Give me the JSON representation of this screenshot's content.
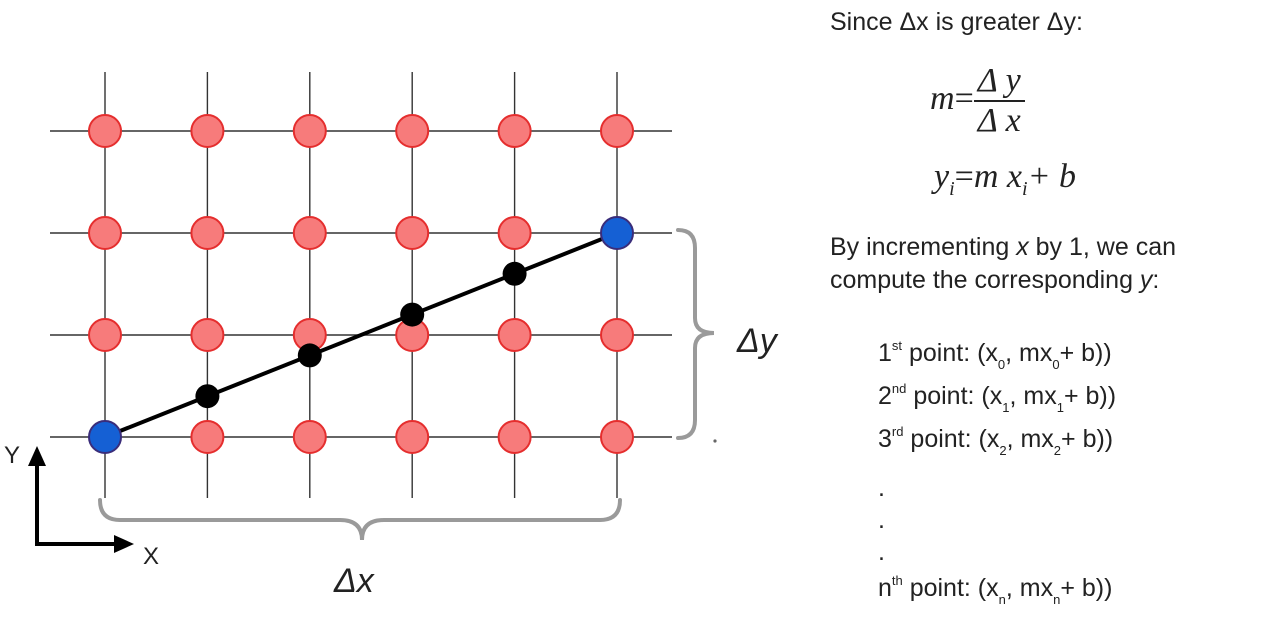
{
  "diagram": {
    "axis_y_label": "Y",
    "axis_x_label": "X",
    "delta_x_label": "Δx",
    "delta_y_label": "Δy",
    "grid": {
      "columns": 6,
      "rows": 4,
      "start_point": [
        0,
        0
      ],
      "end_point": [
        5,
        2
      ],
      "intermediate_points": [
        [
          1,
          0.4
        ],
        [
          2,
          0.8
        ],
        [
          3,
          1.2
        ],
        [
          4,
          1.6
        ]
      ]
    },
    "colors": {
      "grid_pixel": "#f77b7b",
      "grid_pixel_stroke": "#e52e2e",
      "endpoint": "#1560d4",
      "endpoint_stroke": "#3a2d7a",
      "line": "#000000",
      "brace": "#9a9a9a"
    }
  },
  "explanation": {
    "heading": "Since Δx is greater Δy:",
    "eq_m_lhs": "m",
    "eq_m_num": "Δ y",
    "eq_m_den": "Δ x",
    "eq_y": "y",
    "eq_y_sub": "i",
    "eq_mx": "m x",
    "eq_x_sub": "i",
    "eq_b": "+ b",
    "para_line1_a": "By incrementing ",
    "para_line1_var": "x",
    "para_line1_b": " by 1, we can",
    "para_line2_a": "compute the corresponding ",
    "para_line2_var": "y",
    "para_line2_b": ":",
    "points": [
      {
        "ord": "1",
        "sup": "st",
        "label": " point: (x",
        "sub1": "0",
        "mid": ", mx",
        "sub2": "0",
        "end": "+ b))"
      },
      {
        "ord": "2",
        "sup": "nd",
        "label": " point: (x",
        "sub1": "1",
        "mid": ", mx",
        "sub2": "1",
        "end": "+ b))"
      },
      {
        "ord": "3",
        "sup": "rd",
        "label": " point: (x",
        "sub1": "2",
        "mid": ", mx",
        "sub2": "2",
        "end": "+ b))"
      },
      {
        "ord": "n",
        "sup": "th",
        "label": " point: (x",
        "sub1": "n",
        "mid": ", mx",
        "sub2": "n",
        "end": "+ b))"
      }
    ],
    "ellipsis": "."
  }
}
